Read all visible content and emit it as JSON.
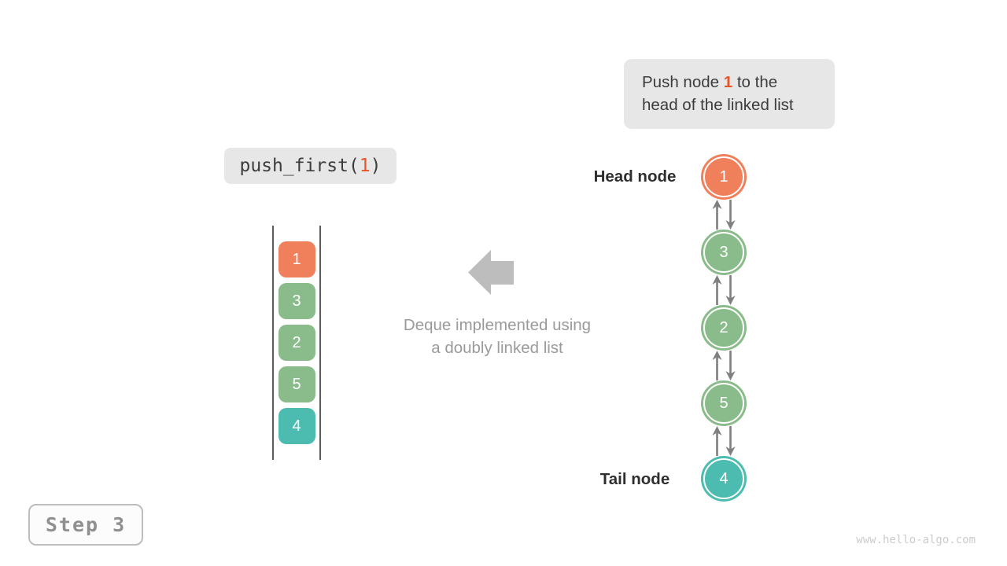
{
  "info_box": {
    "line1_pre": "Push node ",
    "line1_highlight": "1",
    "line1_post": " to the",
    "line2": "head of the linked list"
  },
  "code_box": {
    "pre": "push_first(",
    "arg": "1",
    "post": ")"
  },
  "deque_stack": {
    "items": [
      {
        "value": "1",
        "color": "#f0805c"
      },
      {
        "value": "3",
        "color": "#8abc8b"
      },
      {
        "value": "2",
        "color": "#8abc8b"
      },
      {
        "value": "5",
        "color": "#8abc8b"
      },
      {
        "value": "4",
        "color": "#4dbcb0"
      }
    ]
  },
  "center_note": {
    "line1": "Deque implemented using",
    "line2": "a doubly linked list"
  },
  "linked_list": {
    "head_label": "Head node",
    "tail_label": "Tail node",
    "nodes": [
      {
        "value": "1",
        "color": "#f0805c"
      },
      {
        "value": "3",
        "color": "#8abc8b"
      },
      {
        "value": "2",
        "color": "#8abc8b"
      },
      {
        "value": "5",
        "color": "#8abc8b"
      },
      {
        "value": "4",
        "color": "#4dbcb0"
      }
    ]
  },
  "step_badge": {
    "label": "Step 3"
  },
  "watermark": {
    "text": "www.hello-algo.com"
  },
  "colors": {
    "accent_orange": "#e8552b",
    "box_bg": "#e7e7e7",
    "arrow_gray": "#bdbdbd",
    "note_gray": "#9a9a9a",
    "connector_gray": "#7f7f7f",
    "text_dark": "#3c3c3c",
    "label_dark": "#2e2e2e",
    "stack_line": "#5c5c5c",
    "step_gray": "#8f8f8f",
    "step_border": "#bdbdbd",
    "watermark_gray": "#cccccc"
  }
}
